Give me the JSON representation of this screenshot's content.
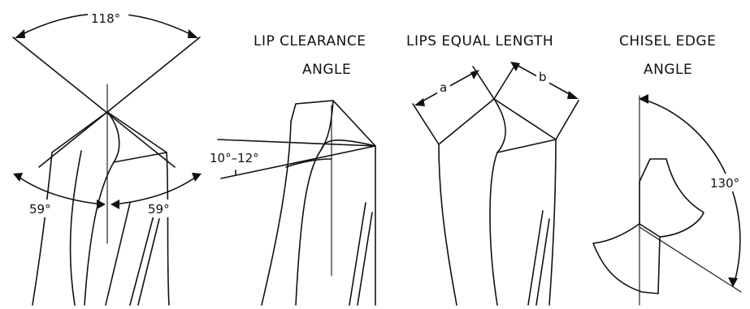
{
  "angle_118": "118°",
  "angle_59_left": "59°",
  "angle_59_right": "59°",
  "lip_clearance_title_line1": "LIP CLEARANCE",
  "lip_clearance_title_line2": "ANGLE",
  "lip_clearance_value": "10°–12°",
  "lips_equal_title": "LIPS EQUAL LENGTH",
  "lip_a_label": "a",
  "lip_b_label": "b",
  "chisel_title_line1": "CHISEL EDGE",
  "chisel_title_line2": "ANGLE",
  "chisel_value": "130°"
}
